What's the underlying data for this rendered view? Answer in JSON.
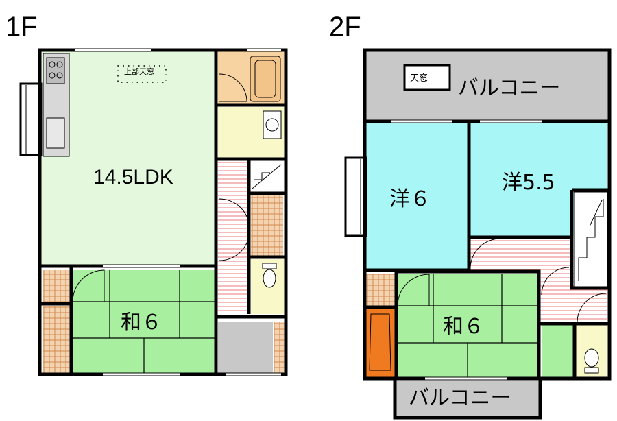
{
  "floors": [
    {
      "label": "1F",
      "rooms": {
        "ldk": "14.5LDK",
        "washitsu": "和６"
      },
      "skylight_note": "上部天窓"
    },
    {
      "label": "2F",
      "rooms": {
        "western1": "洋６",
        "western2": "洋5.5",
        "washitsu": "和６"
      },
      "skylight": "天窓",
      "balcony_top": "バルコニー",
      "balcony_bottom": "バルコニー"
    }
  ],
  "colors": {
    "ldk": "#e2f8da",
    "washitsu": "#a8f2a0",
    "western": "#a8f6f6",
    "bath": "#f8d3a2",
    "washroom": "#f8f8c8",
    "hall": "#ffffff",
    "hall_stripe": "#f4a6a6",
    "storage_check": "#e8a060",
    "balcony": "#c8c8c8",
    "toilet": "#f8f8c8",
    "tub2f": "#f07a20"
  }
}
